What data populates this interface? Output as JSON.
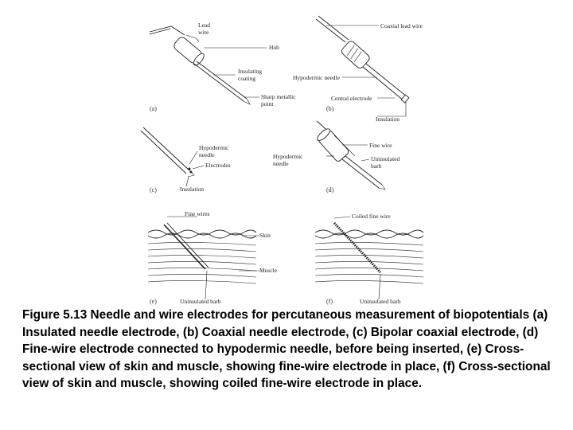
{
  "panels": {
    "a": {
      "tag": "(a)",
      "labels": [
        "Lead",
        "wire",
        "Hub",
        "Insulating",
        "coating",
        "Sharp metallic",
        "point"
      ]
    },
    "b": {
      "tag": "(b)",
      "labels": [
        "Coaxial lead wire",
        "Hypodermic needle",
        "Central electrode",
        "Insulation"
      ]
    },
    "c": {
      "tag": "(c)",
      "labels": [
        "Hypodermic",
        "needle",
        "Electrodes",
        "Insulation"
      ]
    },
    "d": {
      "tag": "(d)",
      "labels": [
        "Fine wire",
        "Hypodermic",
        "needle",
        "Uninsulated",
        "barb"
      ]
    },
    "e": {
      "tag": "(e)",
      "labels": [
        "Fine wires",
        "Skin",
        "Muscle",
        "Uninsulated barb"
      ]
    },
    "f": {
      "tag": "(f)",
      "labels": [
        "Coiled fine wire",
        "Uninsulated barb"
      ]
    }
  },
  "caption": "Figure 5.13 Needle and wire electrodes for percutaneous measurement of biopotentials (a) Insulated needle electrode, (b) Coaxial needle electrode, (c) Bipolar coaxial electrode, (d) Fine-wire electrode connected to hypodermic needle, before being inserted, (e) Cross-sectional view of skin and muscle, showing fine-wire electrode in place, (f) Cross-sectional view of skin and muscle, showing coiled fine-wire electrode in place."
}
